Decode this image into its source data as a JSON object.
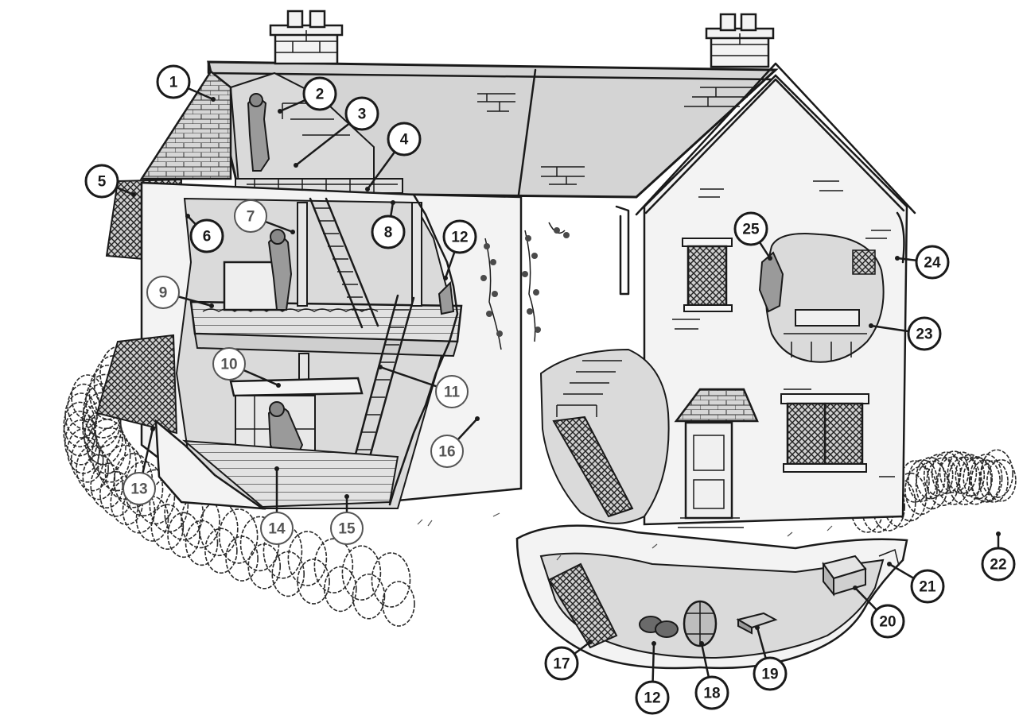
{
  "callouts": [
    {
      "id": "1",
      "label": "1",
      "lead": [
        268,
        125
      ]
    },
    {
      "id": "2",
      "label": "2",
      "lead": [
        352,
        140
      ]
    },
    {
      "id": "3",
      "label": "3",
      "lead": [
        372,
        208
      ]
    },
    {
      "id": "4",
      "label": "4",
      "lead": [
        462,
        238
      ]
    },
    {
      "id": "5",
      "label": "5",
      "lead": [
        168,
        245
      ]
    },
    {
      "id": "6",
      "label": "6",
      "lead": [
        236,
        272
      ]
    },
    {
      "id": "7",
      "label": "7",
      "lead": [
        368,
        292
      ]
    },
    {
      "id": "8",
      "label": "8",
      "lead": [
        494,
        255
      ]
    },
    {
      "id": "9",
      "label": "9",
      "lead": [
        266,
        385
      ]
    },
    {
      "id": "10",
      "label": "10",
      "lead": [
        350,
        485
      ]
    },
    {
      "id": "11",
      "label": "11",
      "lead": [
        478,
        462
      ]
    },
    {
      "id": "12",
      "label": "12",
      "lead": [
        560,
        350
      ]
    },
    {
      "id": "13",
      "label": "13",
      "lead": [
        192,
        540
      ]
    },
    {
      "id": "14",
      "label": "14",
      "lead": [
        348,
        590
      ]
    },
    {
      "id": "15",
      "label": "15",
      "lead": [
        436,
        625
      ]
    },
    {
      "id": "16",
      "label": "16",
      "lead": [
        600,
        527
      ]
    },
    {
      "id": "17",
      "label": "17",
      "lead": [
        742,
        808
      ]
    },
    {
      "id": "12b",
      "label": "12",
      "lead": [
        822,
        810
      ]
    },
    {
      "id": "18",
      "label": "18",
      "lead": [
        882,
        810
      ]
    },
    {
      "id": "19",
      "label": "19",
      "lead": [
        952,
        790
      ]
    },
    {
      "id": "20",
      "label": "20",
      "lead": [
        1075,
        740
      ]
    },
    {
      "id": "21",
      "label": "21",
      "lead": [
        1118,
        710
      ]
    },
    {
      "id": "22",
      "label": "22",
      "lead": [
        1255,
        672
      ]
    },
    {
      "id": "23",
      "label": "23",
      "lead": [
        1095,
        410
      ]
    },
    {
      "id": "24",
      "label": "24",
      "lead": [
        1128,
        325
      ]
    },
    {
      "id": "25",
      "label": "25",
      "lead": [
        968,
        325
      ]
    }
  ]
}
